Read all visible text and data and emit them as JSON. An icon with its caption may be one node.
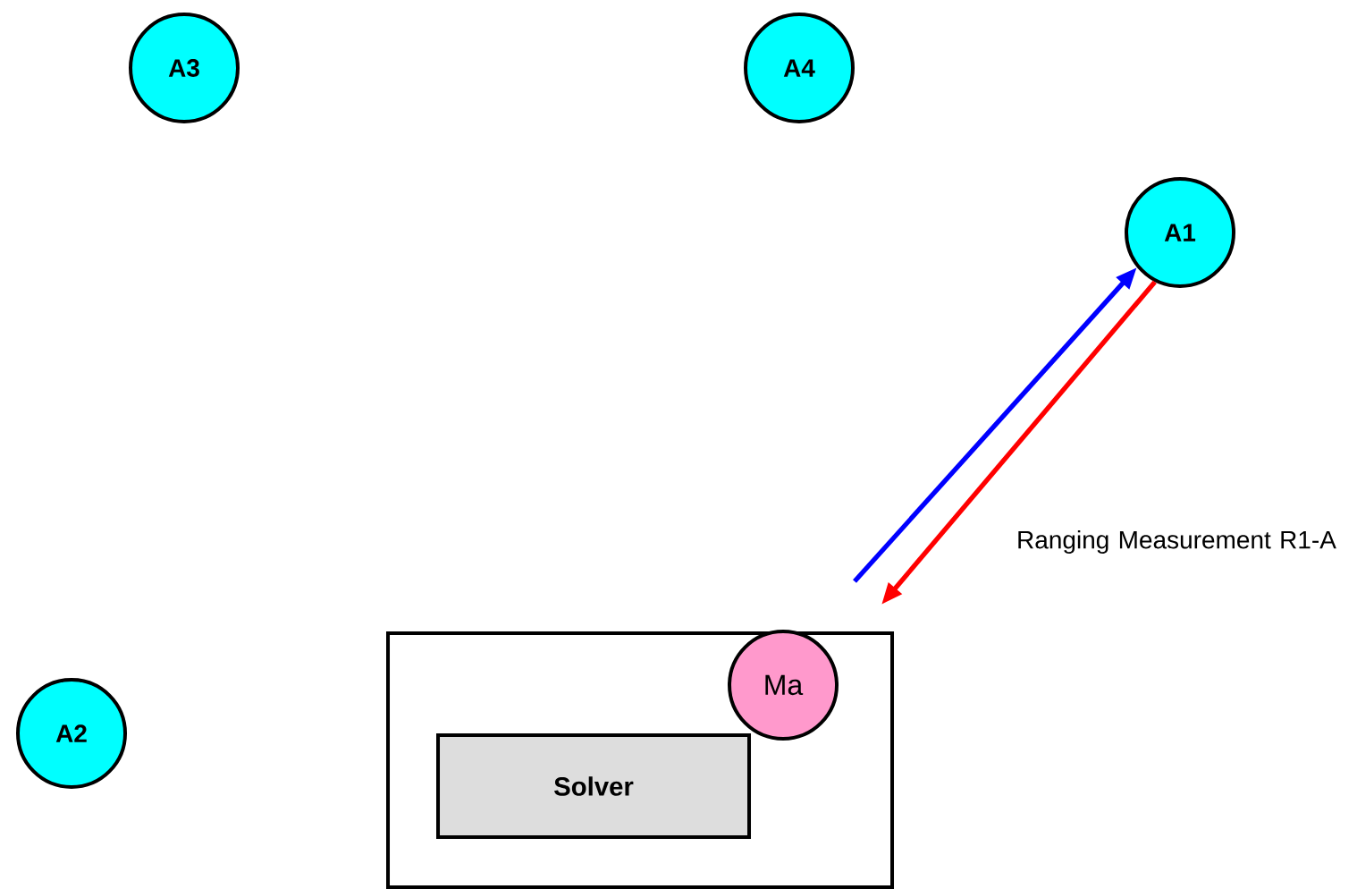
{
  "diagram": {
    "nodes": [
      {
        "text": [
          "A3"
        ]
      },
      {
        "text": [
          "A4"
        ]
      },
      {
        "text": [
          "A1"
        ]
      },
      {
        "text": [
          "A2"
        ]
      },
      {
        "text": [],
        "shape": "box"
      },
      {
        "text": [
          "Ma"
        ],
        "in": 4
      },
      {
        "text": [
          "Solver"
        ],
        "in": 4
      }
    ],
    "edges": [
      {
        "from": null,
        "to": 2,
        "arrow": "to",
        "color": "#0000ff"
      },
      {
        "from": 2,
        "to": null,
        "arrow": "to",
        "color": "#ff0000",
        "label": "Ranging Measurement R1-A"
      }
    ]
  }
}
